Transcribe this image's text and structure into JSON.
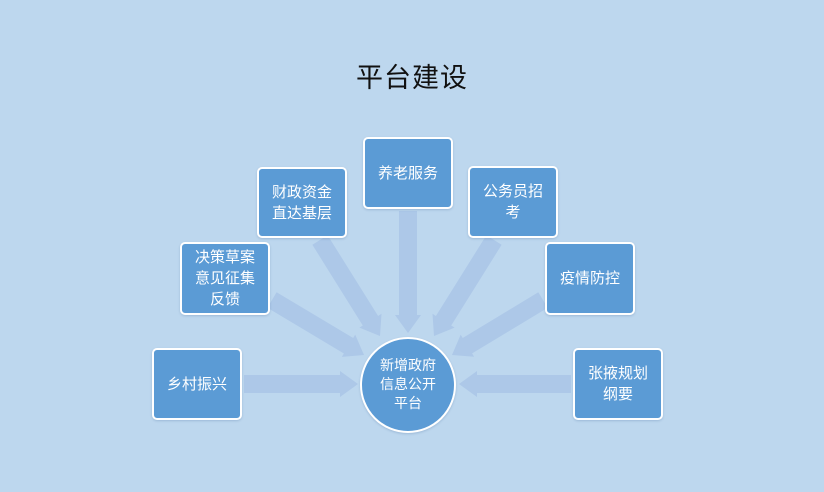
{
  "title": "平台建设",
  "colors": {
    "background": "#bdd7ee",
    "node_fill": "#5b9bd5",
    "node_border": "#ffffff",
    "arrow": "#adc8e8",
    "text": "#ffffff"
  },
  "hub": {
    "label": "新增政府\n信息公开\n平台"
  },
  "nodes": [
    {
      "label": "乡村振兴"
    },
    {
      "label": "决策草案\n意见征集\n反馈"
    },
    {
      "label": "财政资金\n直达基层"
    },
    {
      "label": "养老服务"
    },
    {
      "label": "公务员招\n考"
    },
    {
      "label": "疫情防控"
    },
    {
      "label": "张掖规划\n纲要"
    }
  ]
}
